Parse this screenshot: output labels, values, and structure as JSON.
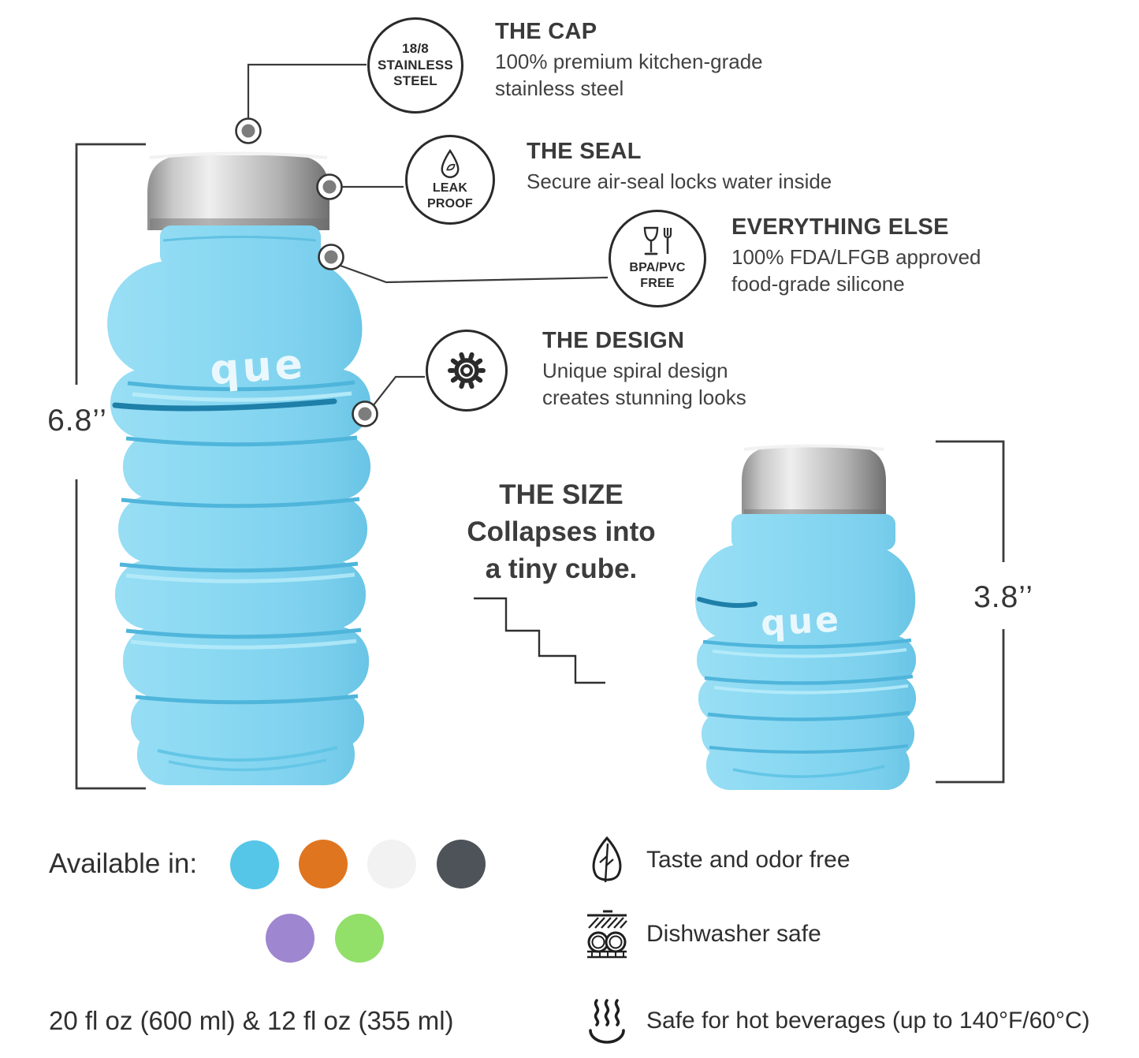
{
  "brand": {
    "logo": "que"
  },
  "callouts": {
    "cap": {
      "badge_lines": [
        "18/8",
        "STAINLESS",
        "STEEL"
      ],
      "title": "THE CAP",
      "body_lines": [
        "100% premium kitchen-grade",
        "stainless steel"
      ]
    },
    "seal": {
      "badge_lines": [
        "LEAK",
        "PROOF"
      ],
      "title": "THE SEAL",
      "body_lines": [
        "Secure air-seal locks water inside"
      ]
    },
    "materials": {
      "badge_lines": [
        "BPA/PVC",
        "FREE"
      ],
      "title": "EVERYTHING ELSE",
      "body_lines": [
        "100% FDA/LFGB approved",
        "food-grade silicone"
      ]
    },
    "design": {
      "title": "THE DESIGN",
      "body_lines": [
        "Unique spiral design",
        "creates stunning looks"
      ]
    }
  },
  "size_note": {
    "title": "THE SIZE",
    "lines": [
      "Collapses into",
      "a tiny cube."
    ]
  },
  "measurements": {
    "expanded": "6.8’’",
    "collapsed": "3.8’’"
  },
  "availability": {
    "label": "Available in:",
    "colors": [
      {
        "name": "iceberg-blue",
        "hex": "#55C6E7"
      },
      {
        "name": "orange",
        "hex": "#E0751F"
      },
      {
        "name": "white",
        "hex": "#F2F2F2"
      },
      {
        "name": "charcoal-gray",
        "hex": "#4D5358"
      },
      {
        "name": "purple",
        "hex": "#9F86D0"
      },
      {
        "name": "green",
        "hex": "#92DF6A"
      }
    ]
  },
  "capacity": "20 fl oz (600 ml) & 12 fl oz (355 ml)",
  "features": [
    {
      "icon": "leaf-icon",
      "text": "Taste and odor free"
    },
    {
      "icon": "dishwasher-icon",
      "text": "Dishwasher safe"
    },
    {
      "icon": "steam-icon",
      "text": "Safe for hot beverages (up to 140°F/60°C)"
    }
  ]
}
